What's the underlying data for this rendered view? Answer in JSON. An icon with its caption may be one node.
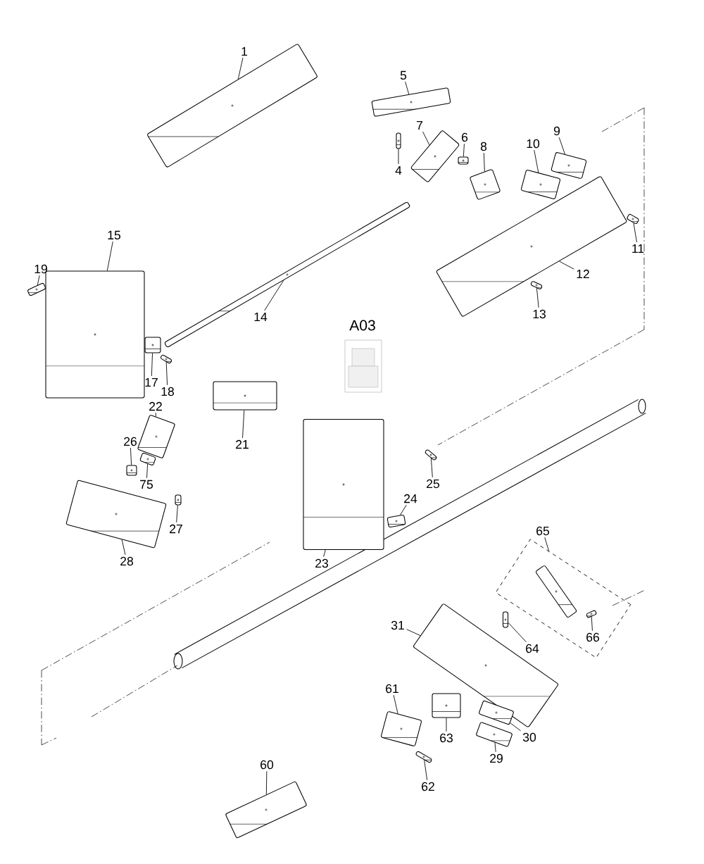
{
  "diagram": {
    "nodes": [
      {
        "text": [
          "1"
        ]
      },
      {
        "text": [],
        "shape": "picture"
      },
      {
        "text": [
          "5"
        ]
      },
      {
        "text": [],
        "shape": "picture"
      },
      {
        "text": [
          "7"
        ]
      },
      {
        "text": [],
        "shape": "picture"
      },
      {
        "text": [
          "9"
        ]
      },
      {
        "text": [],
        "shape": "picture"
      },
      {
        "text": [
          "6"
        ]
      },
      {
        "text": [],
        "shape": "picture"
      },
      {
        "text": [
          "10"
        ]
      },
      {
        "text": [],
        "shape": "picture"
      },
      {
        "text": [
          "8"
        ]
      },
      {
        "text": [],
        "shape": "picture"
      },
      {
        "text": [
          "4"
        ]
      },
      {
        "text": [],
        "shape": "picture"
      },
      {
        "text": [
          "11"
        ]
      },
      {
        "text": [],
        "shape": "picture"
      },
      {
        "text": [
          "15"
        ]
      },
      {
        "text": [],
        "shape": "picture"
      },
      {
        "text": [
          "12"
        ]
      },
      {
        "text": [],
        "shape": "picture"
      },
      {
        "text": [
          "19"
        ]
      },
      {
        "text": [],
        "shape": "picture"
      },
      {
        "text": [
          "13"
        ]
      },
      {
        "text": [],
        "shape": "picture"
      },
      {
        "text": [
          "14"
        ]
      },
      {
        "text": [],
        "shape": "picture"
      },
      {
        "text": [
          "17"
        ]
      },
      {
        "text": [],
        "shape": "picture"
      },
      {
        "text": [
          "18"
        ]
      },
      {
        "text": [],
        "shape": "picture"
      },
      {
        "text": [
          "22"
        ]
      },
      {
        "text": [],
        "shape": "picture"
      },
      {
        "text": [
          "21"
        ]
      },
      {
        "text": [],
        "shape": "picture"
      },
      {
        "text": [
          "26"
        ]
      },
      {
        "text": [],
        "shape": "picture"
      },
      {
        "text": [
          "25"
        ]
      },
      {
        "text": [],
        "shape": "picture"
      },
      {
        "text": [
          "75"
        ]
      },
      {
        "text": [],
        "shape": "picture"
      },
      {
        "text": [
          "24"
        ]
      },
      {
        "text": [],
        "shape": "picture"
      },
      {
        "text": [
          "27"
        ]
      },
      {
        "text": [],
        "shape": "picture"
      },
      {
        "text": [
          "65"
        ]
      },
      {
        "text": [],
        "shape": "box"
      },
      {
        "text": [
          "23"
        ]
      },
      {
        "text": [],
        "shape": "picture"
      },
      {
        "text": [
          "28"
        ]
      },
      {
        "text": [],
        "shape": "picture"
      },
      {
        "text": [
          "31"
        ]
      },
      {
        "text": [],
        "shape": "picture"
      },
      {
        "text": [
          "64"
        ]
      },
      {
        "text": [],
        "shape": "picture"
      },
      {
        "text": [
          "66"
        ],
        "in": 47
      },
      {
        "text": [],
        "shape": "picture",
        "in": 47
      },
      {
        "text": [
          "61"
        ]
      },
      {
        "text": [],
        "shape": "picture"
      },
      {
        "text": [
          "63"
        ]
      },
      {
        "text": [],
        "shape": "picture"
      },
      {
        "text": [
          "30"
        ]
      },
      {
        "text": [],
        "shape": "picture"
      },
      {
        "text": [
          "29"
        ]
      },
      {
        "text": [],
        "shape": "picture"
      },
      {
        "text": [
          "60"
        ]
      },
      {
        "text": [],
        "shape": "picture"
      },
      {
        "text": [
          "62"
        ]
      },
      {
        "text": [],
        "shape": "picture"
      },
      {
        "text": [],
        "shape": "picture",
        "in": 47
      }
    ],
    "edges": [
      {
        "from": 0,
        "to": 1,
        "arrow": "none"
      },
      {
        "from": 2,
        "to": 3,
        "arrow": "none"
      },
      {
        "from": 4,
        "to": 5,
        "arrow": "none"
      },
      {
        "from": 6,
        "to": 7,
        "arrow": "none"
      },
      {
        "from": 8,
        "to": 9,
        "arrow": "none"
      },
      {
        "from": 10,
        "to": 11,
        "arrow": "none"
      },
      {
        "from": 12,
        "to": 13,
        "arrow": "none"
      },
      {
        "from": 14,
        "to": 15,
        "arrow": "none"
      },
      {
        "from": 16,
        "to": 17,
        "arrow": "none"
      },
      {
        "from": 18,
        "to": 19,
        "arrow": "none"
      },
      {
        "from": 20,
        "to": 21,
        "arrow": "none"
      },
      {
        "from": 22,
        "to": 23,
        "arrow": "none"
      },
      {
        "from": 24,
        "to": 25,
        "arrow": "none"
      },
      {
        "from": 26,
        "to": 27,
        "arrow": "none"
      },
      {
        "from": 28,
        "to": 29,
        "arrow": "none"
      },
      {
        "from": 30,
        "to": 31,
        "arrow": "none"
      },
      {
        "from": 32,
        "to": 33,
        "arrow": "none"
      },
      {
        "from": 34,
        "to": 35,
        "arrow": "none"
      },
      {
        "from": 36,
        "to": 37,
        "arrow": "none"
      },
      {
        "from": 38,
        "to": 39,
        "arrow": "none"
      },
      {
        "from": 40,
        "to": 41,
        "arrow": "none"
      },
      {
        "from": 42,
        "to": 43,
        "arrow": "none"
      },
      {
        "from": 44,
        "to": 45,
        "arrow": "none"
      },
      {
        "from": 46,
        "to": 47,
        "arrow": "none"
      },
      {
        "from": 48,
        "to": 49,
        "arrow": "none"
      },
      {
        "from": 50,
        "to": 51,
        "arrow": "none"
      },
      {
        "from": 52,
        "to": 53,
        "arrow": "none"
      },
      {
        "from": 54,
        "to": 55,
        "arrow": "none"
      },
      {
        "from": 56,
        "to": 70,
        "arrow": "none"
      },
      {
        "from": 58,
        "to": 59,
        "arrow": "none"
      },
      {
        "from": 60,
        "to": 61,
        "arrow": "none"
      },
      {
        "from": 62,
        "to": 63,
        "arrow": "none"
      },
      {
        "from": 64,
        "to": 65,
        "arrow": "none"
      },
      {
        "from": 66,
        "to": 67,
        "arrow": "none"
      },
      {
        "from": 68,
        "to": 69,
        "arrow": "none"
      }
    ],
    "labels": [
      "A03"
    ]
  }
}
